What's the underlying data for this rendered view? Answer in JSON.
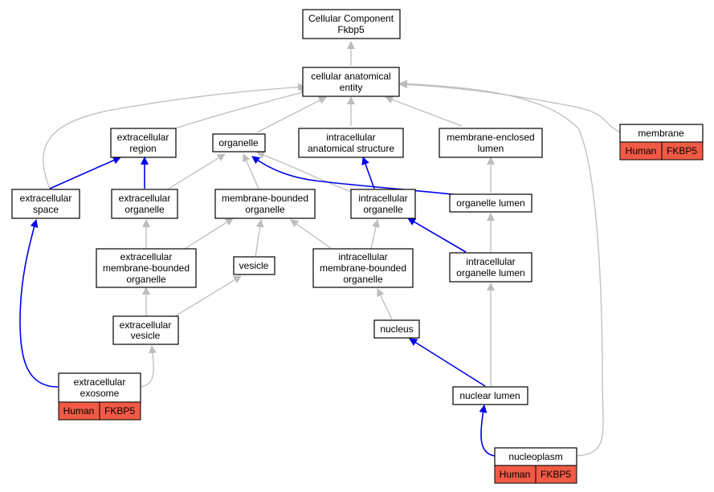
{
  "nodes": {
    "root": [
      "Cellular Component",
      "Fkbp5"
    ],
    "cae": [
      "cellular anatomical",
      "entity"
    ],
    "ext_region": [
      "extracellular",
      "region"
    ],
    "organelle": [
      "organelle"
    ],
    "iastruct": [
      "intracellular",
      "anatomical structure"
    ],
    "mel": [
      "membrane-enclosed",
      "lumen"
    ],
    "membrane": [
      "membrane"
    ],
    "ext_space": [
      "extracellular",
      "space"
    ],
    "ext_org": [
      "extracellular",
      "organelle"
    ],
    "mbo": [
      "membrane-bounded",
      "organelle"
    ],
    "ic_org": [
      "intracellular",
      "organelle"
    ],
    "org_lumen": [
      "organelle lumen"
    ],
    "ext_mbo": [
      "extracellular",
      "membrane-bounded",
      "organelle"
    ],
    "vesicle": [
      "vesicle"
    ],
    "ic_mbo": [
      "intracellular",
      "membrane-bounded",
      "organelle"
    ],
    "ic_org_lumen": [
      "intracellular",
      "organelle lumen"
    ],
    "ext_vesicle": [
      "extracellular",
      "vesicle"
    ],
    "nucleus": [
      "nucleus"
    ],
    "exosome": [
      "extracellular",
      "exosome"
    ],
    "nuc_lumen": [
      "nuclear lumen"
    ],
    "nucleoplasm": [
      "nucleoplasm"
    ]
  },
  "annotations": {
    "membrane": [
      "Human",
      "FKBP5"
    ],
    "exosome": [
      "Human",
      "FKBP5"
    ],
    "nucleoplasm": [
      "Human",
      "FKBP5"
    ]
  },
  "edges": [
    {
      "from": "cae",
      "to": "root",
      "kind": "is_a"
    },
    {
      "from": "ext_region",
      "to": "cae",
      "kind": "is_a"
    },
    {
      "from": "organelle",
      "to": "cae",
      "kind": "is_a"
    },
    {
      "from": "iastruct",
      "to": "cae",
      "kind": "is_a"
    },
    {
      "from": "mel",
      "to": "cae",
      "kind": "is_a"
    },
    {
      "from": "membrane",
      "to": "cae",
      "kind": "is_a"
    },
    {
      "from": "ext_space",
      "to": "cae",
      "kind": "is_a"
    },
    {
      "from": "ext_space",
      "to": "ext_region",
      "kind": "part_of"
    },
    {
      "from": "ext_org",
      "to": "ext_region",
      "kind": "part_of"
    },
    {
      "from": "ext_org",
      "to": "organelle",
      "kind": "is_a"
    },
    {
      "from": "mbo",
      "to": "organelle",
      "kind": "is_a"
    },
    {
      "from": "ic_org",
      "to": "organelle",
      "kind": "is_a"
    },
    {
      "from": "ic_org",
      "to": "iastruct",
      "kind": "part_of"
    },
    {
      "from": "org_lumen",
      "to": "organelle",
      "kind": "part_of"
    },
    {
      "from": "org_lumen",
      "to": "mel",
      "kind": "is_a"
    },
    {
      "from": "ext_mbo",
      "to": "ext_org",
      "kind": "is_a"
    },
    {
      "from": "ext_mbo",
      "to": "mbo",
      "kind": "is_a"
    },
    {
      "from": "vesicle",
      "to": "mbo",
      "kind": "is_a"
    },
    {
      "from": "ic_mbo",
      "to": "mbo",
      "kind": "is_a"
    },
    {
      "from": "ic_mbo",
      "to": "ic_org",
      "kind": "is_a"
    },
    {
      "from": "ic_org_lumen",
      "to": "ic_org",
      "kind": "part_of"
    },
    {
      "from": "ic_org_lumen",
      "to": "org_lumen",
      "kind": "is_a"
    },
    {
      "from": "ext_vesicle",
      "to": "ext_mbo",
      "kind": "is_a"
    },
    {
      "from": "ext_vesicle",
      "to": "vesicle",
      "kind": "is_a"
    },
    {
      "from": "nucleus",
      "to": "ic_mbo",
      "kind": "is_a"
    },
    {
      "from": "exosome",
      "to": "ext_vesicle",
      "kind": "is_a"
    },
    {
      "from": "exosome",
      "to": "ext_space",
      "kind": "part_of"
    },
    {
      "from": "nuc_lumen",
      "to": "ic_org_lumen",
      "kind": "is_a"
    },
    {
      "from": "nuc_lumen",
      "to": "nucleus",
      "kind": "part_of"
    },
    {
      "from": "nucleoplasm",
      "to": "nuc_lumen",
      "kind": "part_of"
    },
    {
      "from": "nucleoplasm",
      "to": "cae",
      "kind": "is_a"
    }
  ],
  "colors": {
    "is_a_edge": "#bdbdbd",
    "part_of_edge": "#0000ee",
    "annotation_fill": "#f15a45"
  }
}
